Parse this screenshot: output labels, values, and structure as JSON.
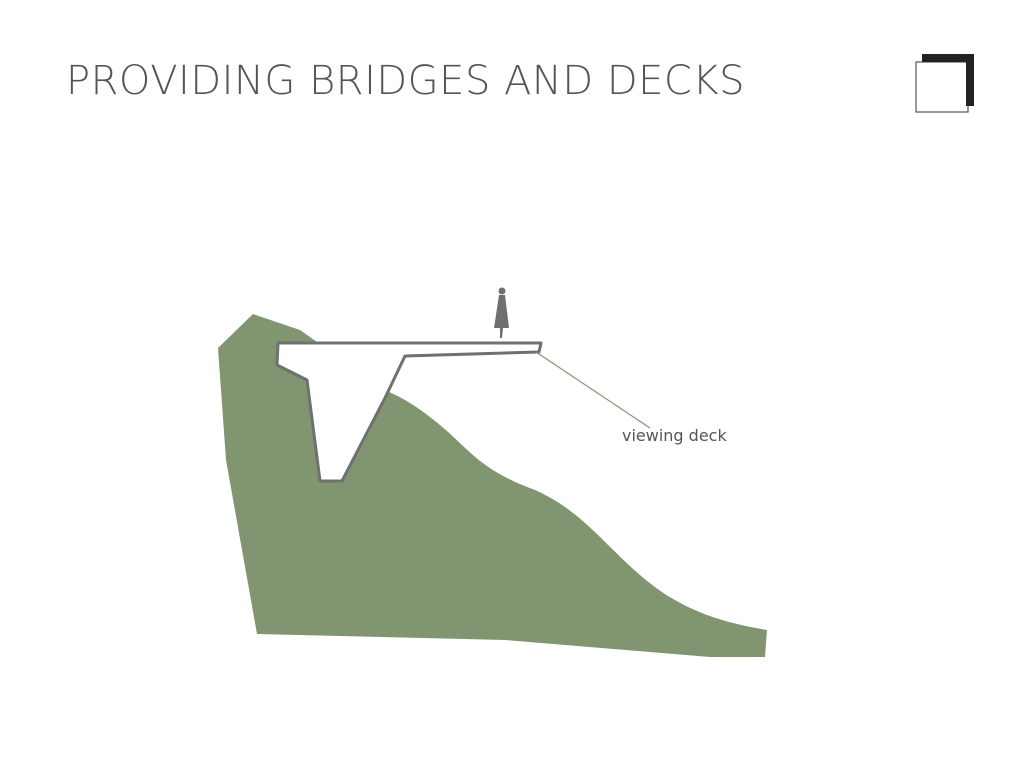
{
  "header": {
    "title": "PROVIDING BRIDGES AND DECKS"
  },
  "diagram": {
    "callout_label": "viewing deck",
    "colors": {
      "terrain": "#819670",
      "deck_stroke": "#707070",
      "deck_fill": "#ffffff",
      "leader_line": "#819670",
      "figure": "#6f6f6f",
      "logo_dark": "#222222",
      "logo_outline": "#555555"
    },
    "icons": [
      "person-figure-icon",
      "corner-bracket-logo"
    ]
  }
}
